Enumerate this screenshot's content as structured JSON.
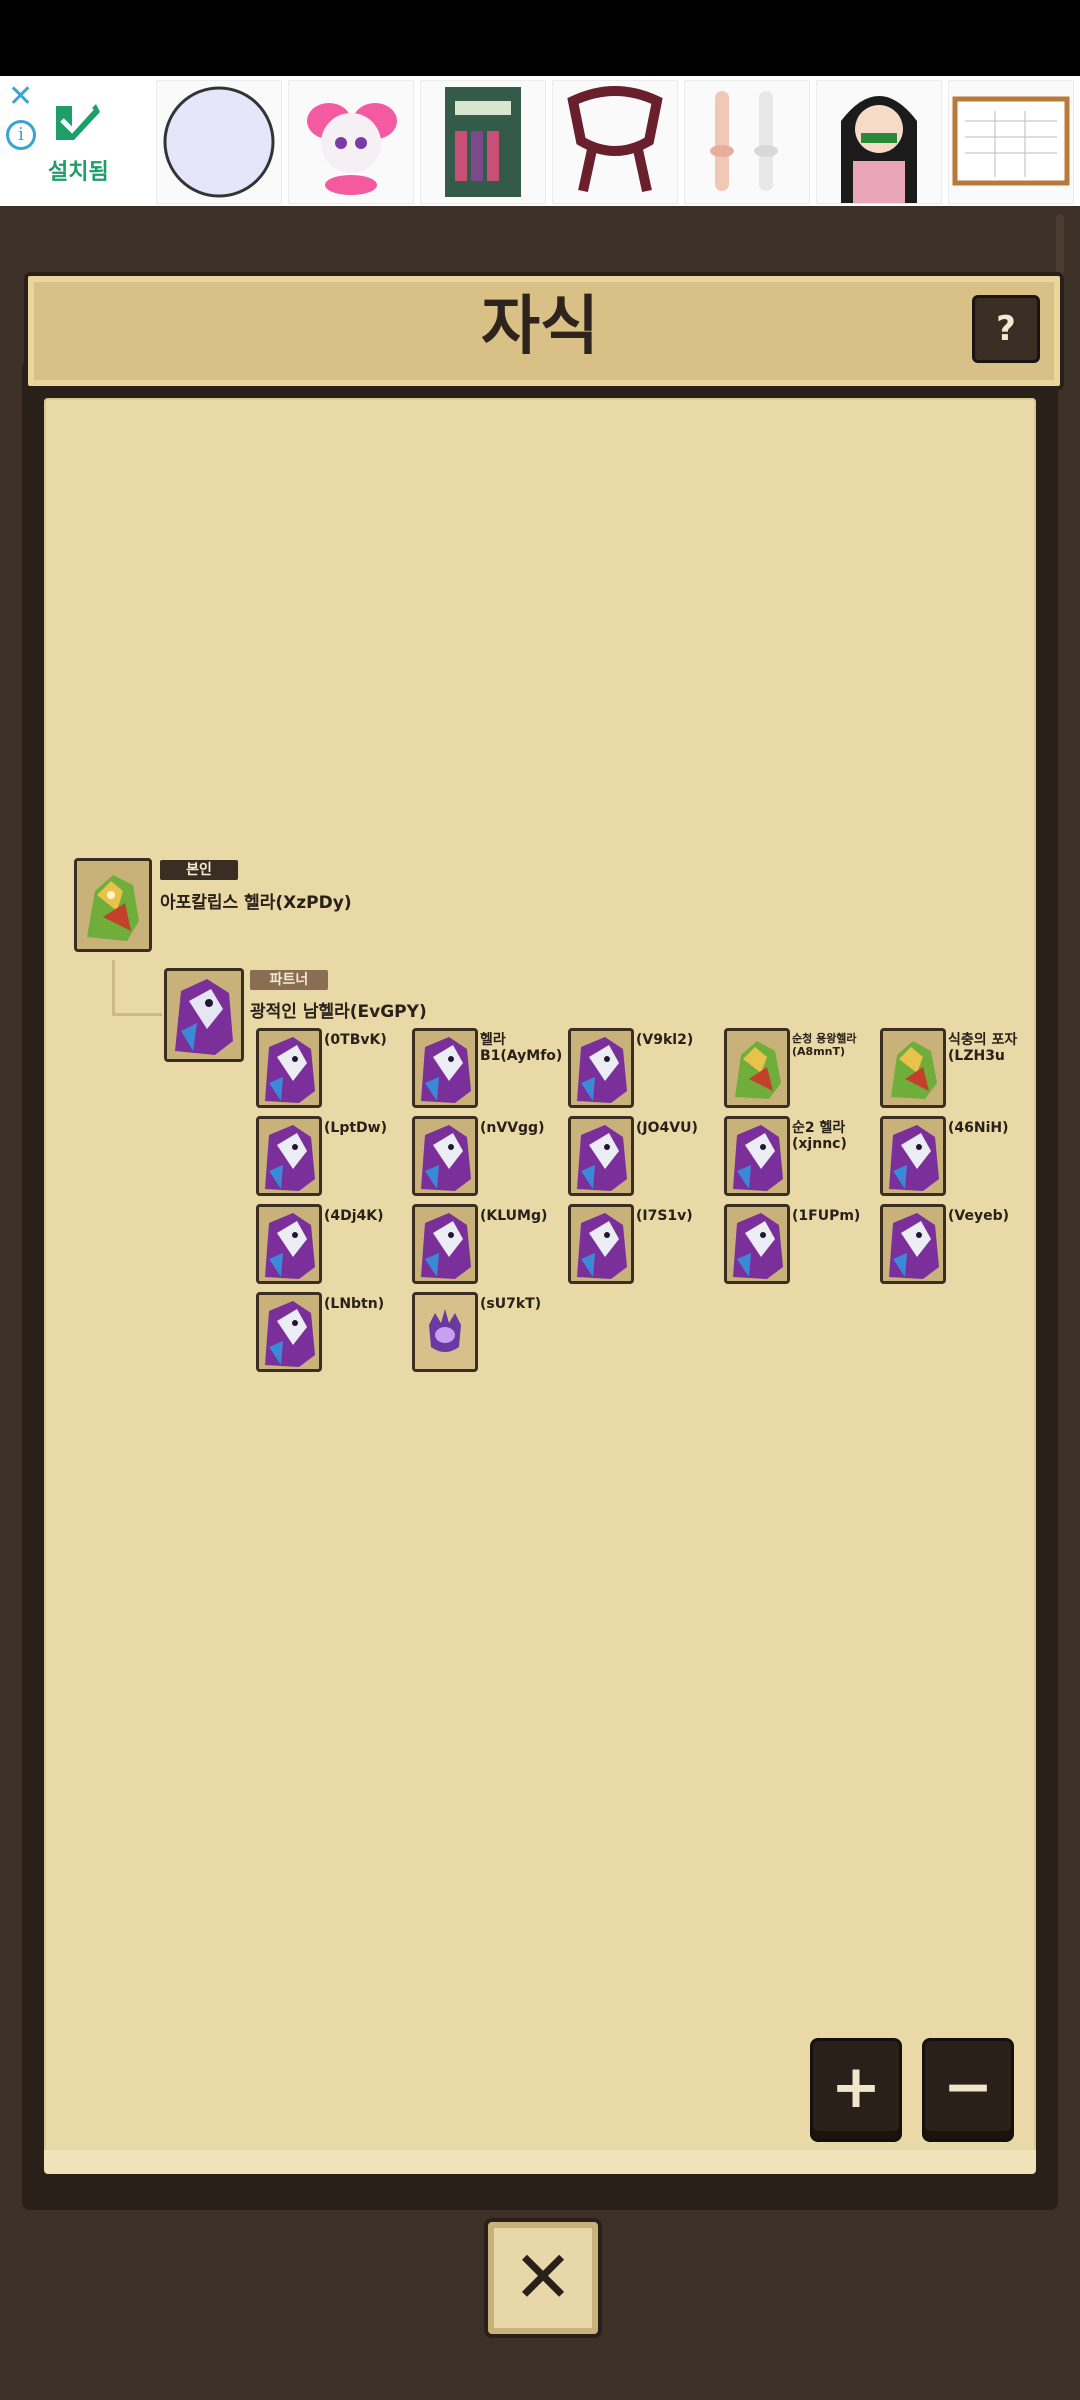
{
  "ad": {
    "close_glyph": "✕",
    "info_glyph": "i",
    "installed_label": "설치됨",
    "accent": "#1e9e69"
  },
  "header": {
    "title": "자식",
    "help_label": "?"
  },
  "tree": {
    "self": {
      "tag": "본인",
      "name": "아포칼립스 헬라(XzPDy)"
    },
    "partner": {
      "tag": "파트너",
      "name": "광적인 남헬라(EvGPY)"
    },
    "children": [
      {
        "name": "(0TBvK)",
        "variant": "purple",
        "small": false
      },
      {
        "name": "헬라 B1(AyMfo)",
        "variant": "purple",
        "small": false
      },
      {
        "name": "(V9kl2)",
        "variant": "purple",
        "small": false
      },
      {
        "name": "순청 용왕헬라(A8mnT)",
        "variant": "green",
        "small": true
      },
      {
        "name": "식충의 포자(LZH3u",
        "variant": "green",
        "small": false
      },
      {
        "name": "(LptDw)",
        "variant": "purple",
        "small": false
      },
      {
        "name": "(nVVgg)",
        "variant": "purple",
        "small": false
      },
      {
        "name": "(JO4VU)",
        "variant": "purple",
        "small": false
      },
      {
        "name": "순2 헬라(xjnnc)",
        "variant": "purple",
        "small": false
      },
      {
        "name": "(46NiH)",
        "variant": "purple",
        "small": false
      },
      {
        "name": "(4Dj4K)",
        "variant": "purple",
        "small": false
      },
      {
        "name": "(KLUMg)",
        "variant": "purple",
        "small": false
      },
      {
        "name": "(I7S1v)",
        "variant": "purple",
        "small": false
      },
      {
        "name": "(1FUPm)",
        "variant": "purple",
        "small": false
      },
      {
        "name": "(Veyeb)",
        "variant": "purple",
        "small": false
      },
      {
        "name": "(LNbtn)",
        "variant": "purple",
        "small": false
      },
      {
        "name": "(sU7kT)",
        "variant": "egg",
        "small": false
      }
    ]
  },
  "controls": {
    "zoom_in_label": "+",
    "zoom_out_label": "−",
    "close_label": "✕"
  }
}
